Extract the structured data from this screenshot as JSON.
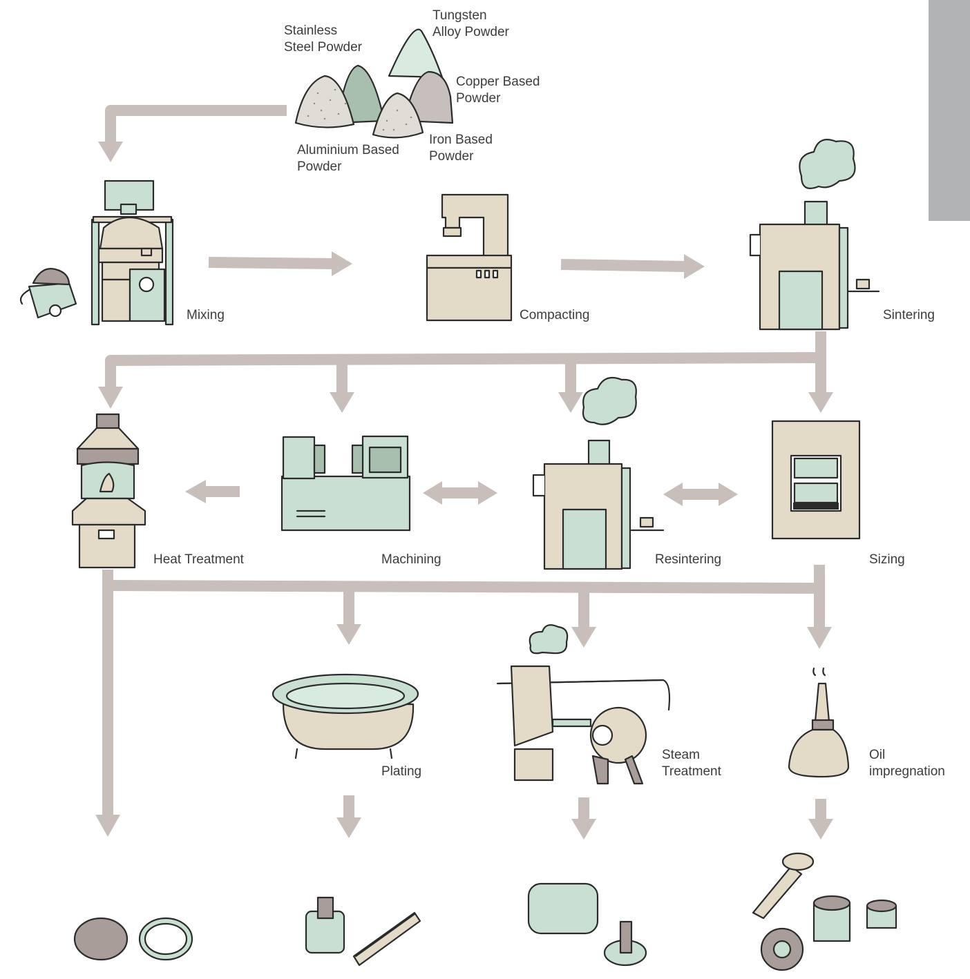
{
  "colors": {
    "arrow": "#c8beba",
    "machine_beige": "#e3dac8",
    "machine_mint": "#c8dfd1",
    "machine_sage": "#a9bfae",
    "product_grey": "#a89d99",
    "outline": "#2b2b2b",
    "side_tab": "#b2b3b5"
  },
  "powders": {
    "stainless": "Stainless\nSteel Powder",
    "tungsten": "Tungsten\nAlloy Powder",
    "copper": "Copper Based\nPowder",
    "aluminium": "Aluminium Based\nPowder",
    "iron": "Iron Based\nPowder"
  },
  "steps": {
    "mixing": "Mixing",
    "compacting": "Compacting",
    "sintering": "Sintering",
    "heat_treatment": "Heat Treatment",
    "machining": "Machining",
    "resintering": "Resintering",
    "sizing": "Sizing",
    "plating": "Plating",
    "steam_treatment": "Steam\nTreatment",
    "oil_impregnation": "Oil\nimpregnation"
  },
  "icons": {
    "powder_piles": "powder-piles-icon",
    "mixer": "mixer-machine-icon",
    "cart": "powder-cart-icon",
    "press": "compacting-press-icon",
    "furnace": "sintering-furnace-icon",
    "smoke": "smoke-cloud-icon",
    "lamp_furnace": "heat-treatment-furnace-icon",
    "lathe": "machining-lathe-icon",
    "sizing_press": "sizing-press-icon",
    "bathtub": "plating-bath-icon",
    "boiler": "steam-boiler-icon",
    "oil_can": "oil-can-icon",
    "parts": "finished-parts-icon"
  }
}
